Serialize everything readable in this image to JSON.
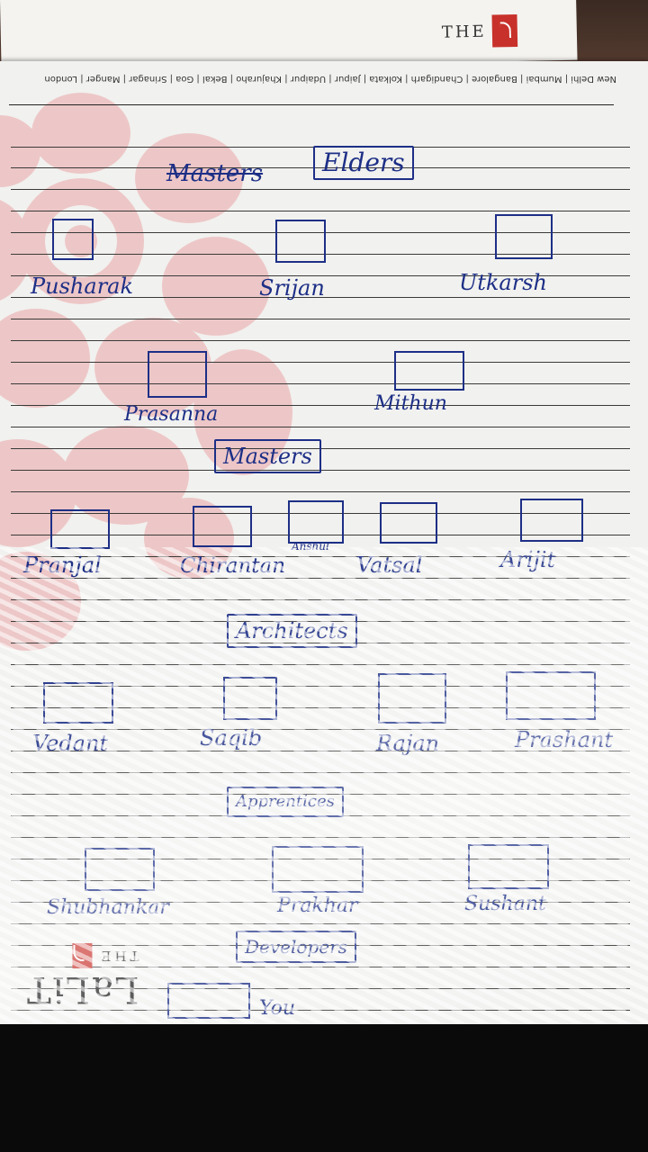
{
  "underneath_logo": {
    "word": "THE"
  },
  "header_cities": "New Delhi | Mumbai | Bangalore | Chandigarh | Kolkata | Jaipur | Udaipur | Khajuraho | Bekal | Goa | Srinagar | Manger | London",
  "sections": {
    "elders_struck": "Masters",
    "elders": "Elders",
    "masters": "Masters",
    "architects": "Architects",
    "apprentices": "Apprentices",
    "developers": "Developers"
  },
  "names": {
    "elders_row1": [
      "Pusharak",
      "Srijan",
      "Utkarsh"
    ],
    "elders_row2": [
      "Prasanna",
      "Mithun"
    ],
    "masters": [
      "Pranjal",
      "Chirantan",
      "Anshul",
      "Vatsal",
      "Arijit"
    ],
    "architects": [
      "Vedant",
      "Saqib",
      "Rajan",
      "Prashant"
    ],
    "apprentices": [
      "Shubhankar",
      "Prakhar",
      "Sushant"
    ],
    "developers": [
      "You"
    ]
  },
  "logo_bottom": {
    "the": "THE",
    "brand": "LaLiT"
  }
}
